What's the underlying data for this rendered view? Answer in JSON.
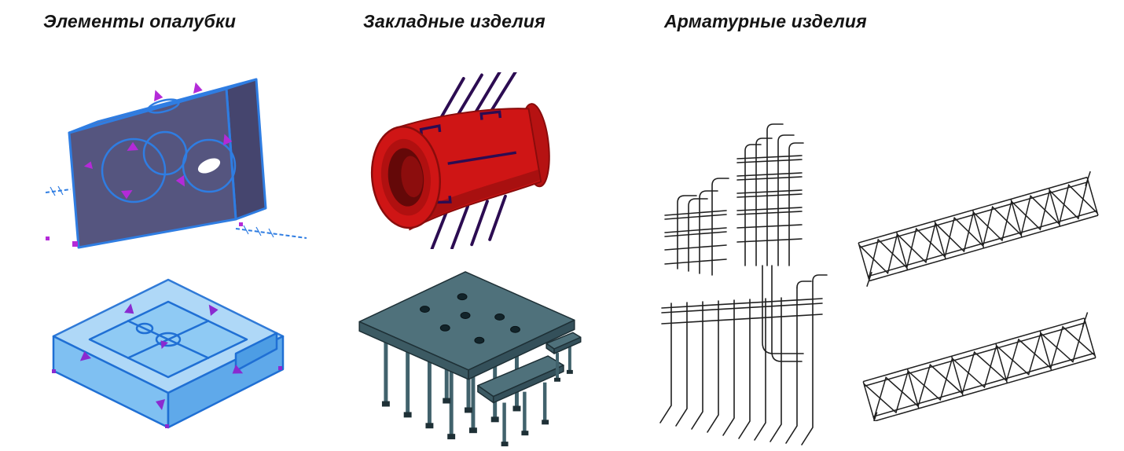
{
  "page": {
    "background": "#ffffff"
  },
  "sections": [
    {
      "title": "Элементы опалубки",
      "illustrations": [
        "formwork-void-former-3d",
        "formwork-slab-tray-3d"
      ]
    },
    {
      "title": "Закладные изделия",
      "illustrations": [
        "embedded-sleeve-3d",
        "embedded-anchor-plate-3d"
      ]
    },
    {
      "title": "Арматурные изделия",
      "illustrations": [
        "rebar-cages-drawing",
        "lattice-girders-drawing"
      ]
    }
  ],
  "colors": {
    "page_background": "#ffffff",
    "heading_text": "#141414",
    "formwork_edge": "#2f7de2",
    "formwork_dark_fill": "#55557f",
    "formwork_top_fill": "#6b6b96",
    "formwork_side_fill": "#45456e",
    "formwork_light_top": "#a9d5f7",
    "formwork_light_front": "#7fc0f2",
    "formwork_light_side": "#5fa9ea",
    "arrow_magenta": "#b42ad8",
    "arrow_purple": "#8a2ad0",
    "embed_red": "#cf1515",
    "embed_red_dark": "#8a0c0c",
    "embed_red_deep": "#640808",
    "rod_purple": "#2c0c52",
    "plate_teal": "#4f717b",
    "plate_teal_dark": "#34505a",
    "plate_edge": "#1e3036",
    "line_black": "#1f1f1f"
  }
}
